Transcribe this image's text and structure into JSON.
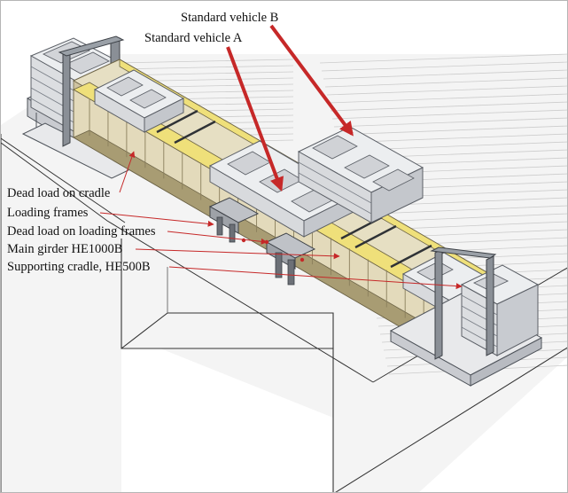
{
  "figure": {
    "labels": {
      "vehicle_b": "Standard vehicle B",
      "vehicle_a": "Standard vehicle A",
      "dead_load_cradle": "Dead load on cradle",
      "loading_frames": "Loading frames",
      "dead_load_frames": "Dead load on loading frames",
      "main_girder": "Main girder HE1000B",
      "supporting_cradle": "Supporting cradle, HE500B"
    },
    "colors": {
      "arrow": "#c62828",
      "girder": "#e6dfc3",
      "girder_dark": "#cfc4a1",
      "girder_shade": "#a89c73",
      "girder_edge": "#efe07a",
      "steel": "#7a7f87",
      "steel_dark": "#4e535a",
      "weight_fill": "#e9eaec",
      "weight_line": "#5b5f66",
      "floor": "#f4f4f4",
      "floor_line": "#c9c9c9",
      "pit_line": "#333333"
    }
  }
}
